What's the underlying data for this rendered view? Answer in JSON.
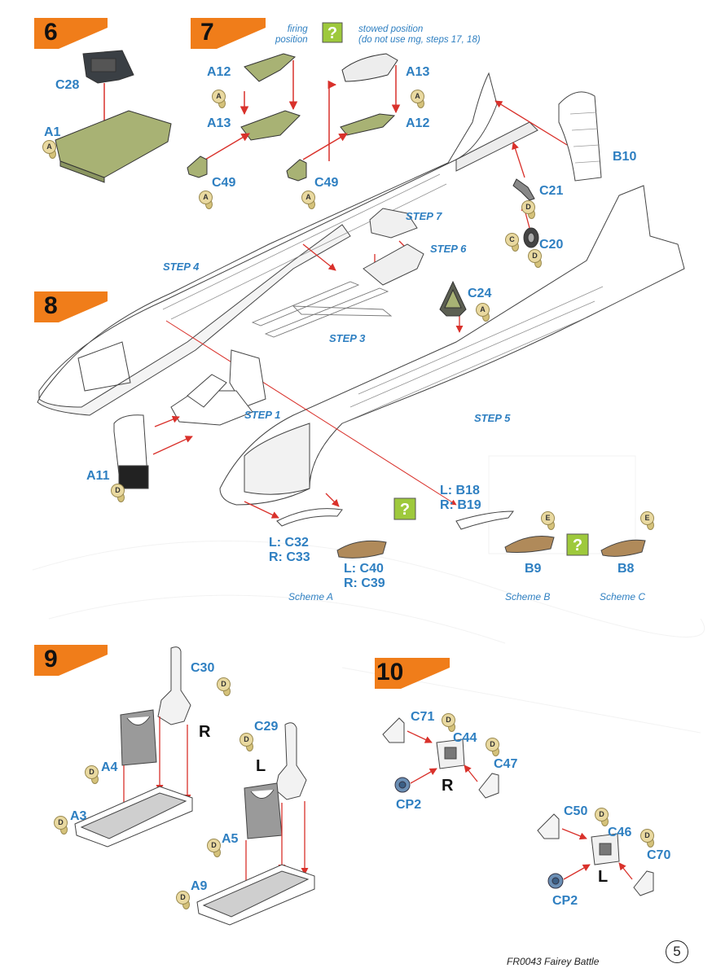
{
  "steps": {
    "s6": "6",
    "s7": "7",
    "s8": "8",
    "s9": "9",
    "s10": "10"
  },
  "notes": {
    "firing": "firing\nposition",
    "stowed": "stowed position\n(do not use mg, steps 17, 18)"
  },
  "step_refs": {
    "step7": "STEP 7",
    "step6": "STEP 6",
    "step4": "STEP 4",
    "step3": "STEP 3",
    "step1": "STEP 1",
    "step5": "STEP 5"
  },
  "parts": {
    "c28": "C28",
    "a1": "A1",
    "a12_left": "A12",
    "a13_left": "A13",
    "c49_left": "C49",
    "c49_right": "C49",
    "a13_right": "A13",
    "a12_right": "A12",
    "b10": "B10",
    "c21": "C21",
    "c20": "C20",
    "c24": "C24",
    "a11": "A11",
    "c32_c33": "L: C32\nR: C33",
    "c40_c39": "L: C40\nR: C39",
    "b18_b19": "L: B18\nR: B19",
    "b9": "B9",
    "b8": "B8",
    "c30": "C30",
    "a4": "A4",
    "a3": "A3",
    "c29": "C29",
    "a5": "A5",
    "a9": "A9",
    "c71": "C71",
    "c44": "C44",
    "c47": "C47",
    "cp2_r": "CP2",
    "c50": "C50",
    "c46": "C46",
    "c70": "C70",
    "cp2_l": "CP2"
  },
  "schemes": {
    "a": "Scheme A",
    "b": "Scheme B",
    "c": "Scheme C"
  },
  "sides": {
    "r9": "R",
    "l9": "L",
    "r10": "R",
    "l10": "L"
  },
  "sprue_letters": {
    "a1": "A",
    "a12": "A",
    "c49l": "A",
    "c49r": "A",
    "a13r": "A",
    "c21": "D",
    "c20c": "C",
    "c20d": "D",
    "c24": "A",
    "a11": "D",
    "b18": "E",
    "b8": "E",
    "c30": "D",
    "a4": "D",
    "a3": "D",
    "c29": "D",
    "a5": "D",
    "a9": "D",
    "c71": "D",
    "c44": "D",
    "c50": "D",
    "c46": "D"
  },
  "footer": {
    "code": "FR0043 Fairey Battle",
    "page": "5"
  },
  "colors": {
    "label_blue": "#2e7fc1",
    "step_orange": "#f07d1a",
    "arrow_red": "#d9312b",
    "part_green": "#a8b274",
    "part_brown": "#b08a5a",
    "query_green": "#9ec93c"
  }
}
